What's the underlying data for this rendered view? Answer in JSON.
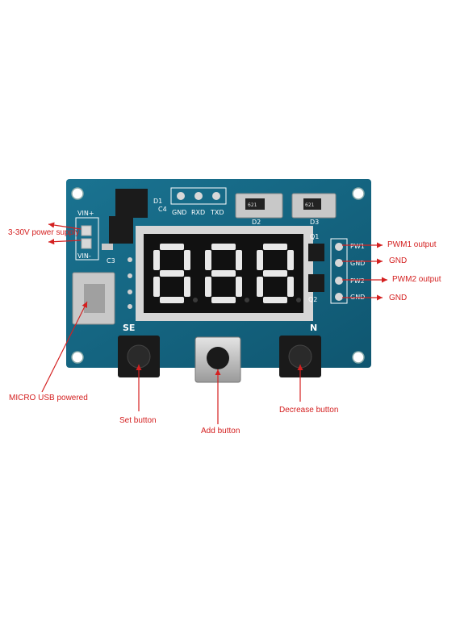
{
  "board": {
    "pcb_color": "#14647f",
    "pcb_dark": "#0c4a60",
    "pin_labels": {
      "vin_plus": "VIN+",
      "vin_minus": "VIN-",
      "d1": "D1",
      "c4": "C4",
      "c3": "C3",
      "gnd": "GND",
      "rxd": "RXD",
      "txd": "TXD",
      "d2": "D2",
      "d3": "D3",
      "q1": "Q1",
      "q2": "Q2",
      "pwm1_pad": "PW1",
      "gnd_pad_1": "GND",
      "pwm2_pad": "PW2",
      "gnd_pad_2": "GND",
      "set_silk": "SE",
      "n_silk": "N",
      "res_left": "621",
      "res_right": "621"
    },
    "display": {
      "digits": "888",
      "segment_on": "#e8e8e8",
      "segment_off": "#3a3a3a"
    }
  },
  "callouts": {
    "power_supply": "3-30V power supply",
    "micro_usb": "MICRO USB powered",
    "set_button": "Set button",
    "add_button": "Add button",
    "decrease_button": "Decrease button",
    "pwm1_output": "PWM1 output",
    "gnd_1": "GND",
    "pwm2_output": "PWM2 output",
    "gnd_2": "GND",
    "arrow_color": "#d42020"
  }
}
